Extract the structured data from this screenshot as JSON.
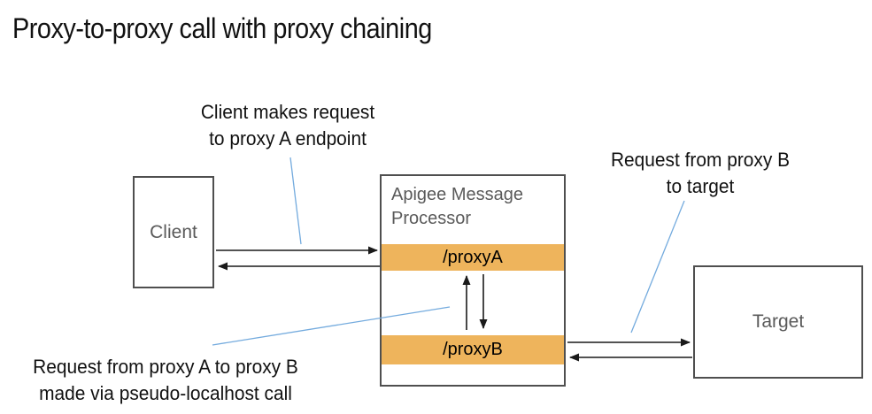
{
  "title": "Proxy-to-proxy call with proxy chaining",
  "colors": {
    "accent_orange": "#EEB45C",
    "leader_blue": "#74ABDE",
    "box_border": "#4F4F4F",
    "box_label": "#5A5A5A",
    "arrow": "#1A1A1A",
    "text": "#111111",
    "bg": "#FFFFFF"
  },
  "nodes": {
    "client": {
      "label": "Client"
    },
    "apigee": {
      "label": "Apigee Message\nProcessor",
      "proxy_a_label": "/proxyA",
      "proxy_b_label": "/proxyB"
    },
    "target": {
      "label": "Target"
    }
  },
  "annotations": {
    "client_request": "Client makes request\nto proxy A endpoint",
    "proxy_b_to_target": "Request from proxy B\nto target",
    "proxy_a_to_proxy_b": "Request from proxy A to proxy B\nmade via pseudo-localhost call"
  }
}
